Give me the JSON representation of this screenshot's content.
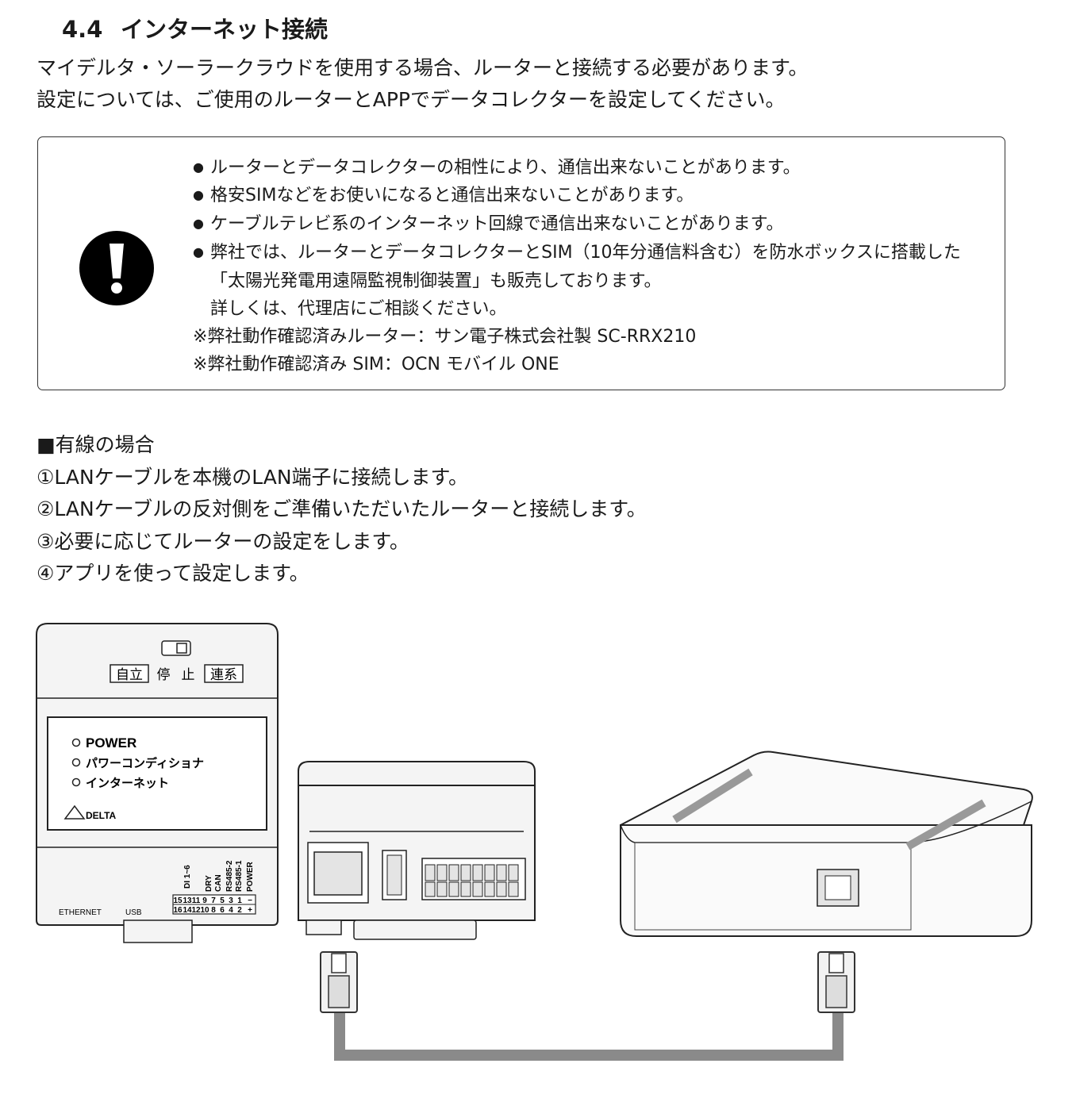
{
  "section": {
    "number": "4.4",
    "title": "インターネット接続"
  },
  "intro": [
    "マイデルタ・ソーラークラウドを使用する場合、ルーターと接続する必要があります。",
    "設定については、ご使用のルーターとAPPでデータコレクターを設定してください。"
  ],
  "notice": {
    "icon": "exclamation-icon",
    "bullets": [
      "ルーターとデータコレクターの相性により、通信出来ないことがあります。",
      "格安SIMなどをお使いになると通信出来ないことがあります。",
      "ケーブルテレビ系のインターネット回線で通信出来ないことがあります。",
      "弊社では、ルーターとデータコレクターとSIM（10年分通信料含む）を防水ボックスに搭載した"
    ],
    "continuation": [
      "「太陽光発電用遠隔監視制御装置」も販売しております。",
      "詳しくは、代理店にご相談ください。"
    ],
    "notes": [
      "※弊社動作確認済みルーター：サン電子株式会社製 SC-RRX210",
      "※弊社動作確認済み SIM：OCN モバイル ONE"
    ]
  },
  "wired": {
    "title": "■有線の場合",
    "steps": [
      "①LANケーブルを本機のLAN端子に接続します。",
      "②LANケーブルの反対側をご準備いただいたルーターと接続します。",
      "③必要に応じてルーターの設定をします。",
      "④アプリを使って設定します。"
    ]
  },
  "device": {
    "switch_label_left": "自立",
    "switch_label_mid1": "停",
    "switch_label_mid2": "止",
    "switch_label_right": "連系",
    "leds": [
      "POWER",
      "パワーコンディショナ",
      "インターネット"
    ],
    "brand": "DELTA",
    "port_labels": [
      "ETHERNET",
      "USB"
    ],
    "terminal_labels": [
      "DI 1~6",
      "DRY",
      "CAN",
      "RS485-2",
      "RS485-1",
      "POWER"
    ],
    "terminal_row_top": [
      "15",
      "13",
      "11",
      "9",
      "7",
      "5",
      "3",
      "1",
      "−"
    ],
    "terminal_row_bottom": [
      "16",
      "14",
      "12",
      "10",
      "8",
      "6",
      "4",
      "2",
      "+"
    ]
  }
}
